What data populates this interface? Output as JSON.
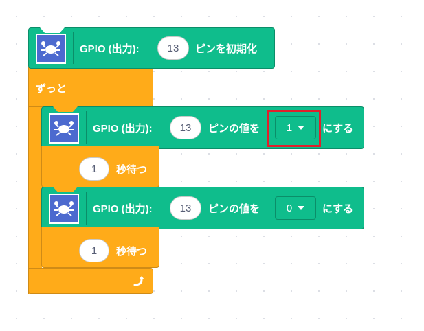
{
  "init_block": {
    "label_prefix": "GPIO (出力):",
    "pin": "13",
    "label_suffix": "ピンを初期化"
  },
  "loop_block": {
    "label": "ずっと",
    "loop_arrow_icon": "loop-arrow-icon"
  },
  "set_block_1": {
    "label_prefix": "GPIO (出力):",
    "pin": "13",
    "label_mid": "ピンの値を",
    "value": "1",
    "label_suffix": "にする"
  },
  "wait_block_1": {
    "seconds": "1",
    "label": "秒待つ"
  },
  "set_block_2": {
    "label_prefix": "GPIO (出力):",
    "pin": "13",
    "label_mid": "ピンの値を",
    "value": "0",
    "label_suffix": "にする"
  },
  "wait_block_2": {
    "seconds": "1",
    "label": "秒待つ"
  },
  "colors": {
    "green": "#0FBD8C",
    "orange": "#FFAB19",
    "extension_icon_bg": "#4C6ACF",
    "highlight": "#E0202C"
  },
  "icons": {
    "extension": "crab-icon",
    "dropdown": "caret-down-icon"
  }
}
